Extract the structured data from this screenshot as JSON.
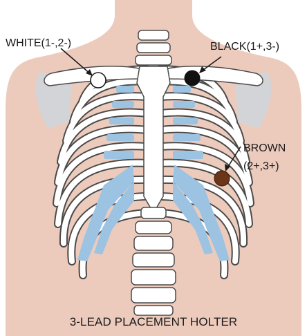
{
  "electrodes": {
    "white": {
      "label": "WHITE(1-,2-)",
      "color": "#ffffff"
    },
    "black": {
      "label": "BLACK(1+,3-)",
      "color": "#111111"
    },
    "brown": {
      "label_line1": "BROWN",
      "label_line2": "(2+,3+)",
      "color": "#6b3518"
    }
  },
  "caption": "3-LEAD PLACEMENT HOLTER",
  "colors": {
    "skin": "#eccbbd",
    "bone": "#ffffff",
    "bone_outline": "#4a4a4a",
    "cartilage": "#9cc3e2",
    "scapula": "#d3d4d8"
  }
}
